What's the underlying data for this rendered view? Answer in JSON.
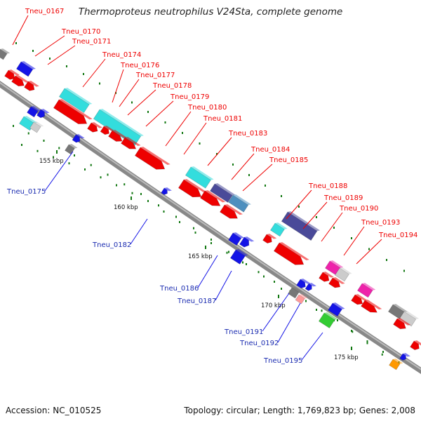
{
  "title": "Thermoproteus neutrophilus V24Sta, complete genome",
  "footer": {
    "accession": "Accession: NC_010525",
    "summary": "Topology: circular; Length: 1,769,823 bp; Genes: 2,008"
  },
  "ticks": [
    "155 kbp",
    "160 kbp",
    "165 kbp",
    "170 kbp",
    "175 kbp"
  ],
  "labels_top": [
    "Tneu_0167",
    "Tneu_0170",
    "Tneu_0171",
    "Tneu_0174",
    "Tneu_0176",
    "Tneu_0177",
    "Tneu_0178",
    "Tneu_0179",
    "Tneu_0180",
    "Tneu_0181",
    "Tneu_0183",
    "Tneu_0184",
    "Tneu_0185",
    "Tneu_0188",
    "Tneu_0189",
    "Tneu_0190",
    "Tneu_0193",
    "Tneu_0194"
  ],
  "labels_bottom": [
    "Tneu_0175",
    "Tneu_0182",
    "Tneu_0186",
    "Tneu_0187",
    "Tneu_0191",
    "Tneu_0192",
    "Tneu_0195"
  ],
  "colors": {
    "forward": "#ee0000",
    "reverse": "#1414e6",
    "cyan": "#33dddd",
    "gray": "#777777",
    "slate": "#4a4a99",
    "steel": "#4d8fbf",
    "magenta": "#ee22aa",
    "green": "#33cc33",
    "orange": "#ff9900",
    "pink": "#ff9999",
    "backbone": "#999999",
    "tick": "#117711"
  }
}
